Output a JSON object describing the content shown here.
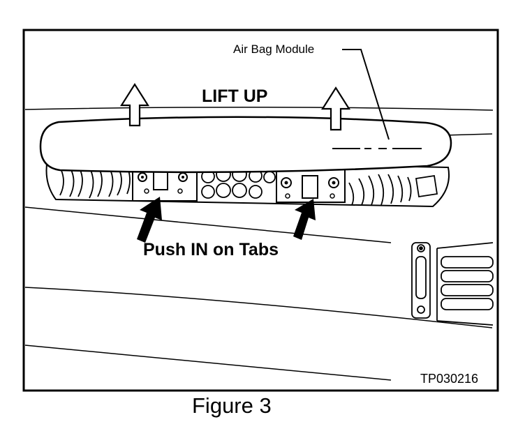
{
  "labels": {
    "module": "Air Bag Module",
    "lift": "LIFT UP",
    "push": "Push IN on Tabs",
    "figure_id": "TP030216"
  },
  "caption": "Figure 3"
}
